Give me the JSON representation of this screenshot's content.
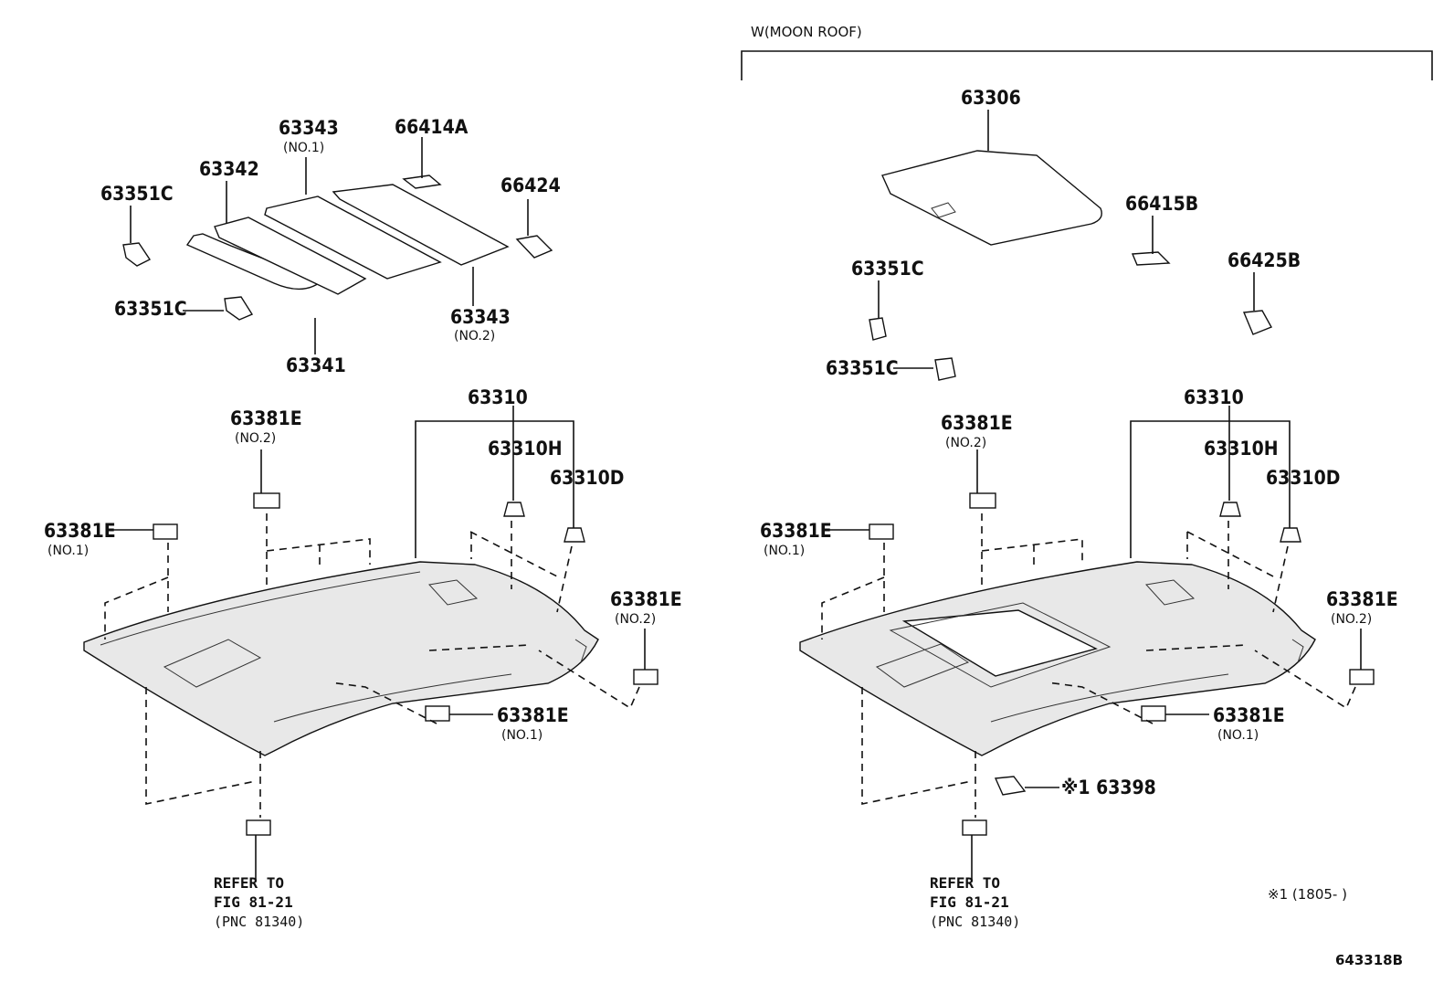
{
  "header": {
    "moon_roof": "W(MOON ROOF)",
    "diagram_number": "643318B",
    "footnote": "※1 (1805-       )"
  },
  "left": {
    "p63343_no1": "63343",
    "p63343_no1_sub": "(NO.1)",
    "p66414a": "66414A",
    "p63342": "63342",
    "p63351c_top": "63351C",
    "p66424": "66424",
    "p63351c_mid": "63351C",
    "p63343_no2": "63343",
    "p63343_no2_sub": "(NO.2)",
    "p63341": "63341",
    "p63310": "63310",
    "p63381e_no2_top": "63381E",
    "p63381e_no2_top_sub": "(NO.2)",
    "p63310h": "63310H",
    "p63310d": "63310D",
    "p63381e_no1_left": "63381E",
    "p63381e_no1_left_sub": "(NO.1)",
    "p63381e_no2_right": "63381E",
    "p63381e_no2_right_sub": "(NO.2)",
    "p63381e_no1_bottom": "63381E",
    "p63381e_no1_bottom_sub": "(NO.1)",
    "refer_line1": "REFER TO",
    "refer_line2": "FIG 81-21",
    "refer_line3": "(PNC 81340)"
  },
  "right": {
    "p63306": "63306",
    "p66415b": "66415B",
    "p63351c_top": "63351C",
    "p66425b": "66425B",
    "p63351c_mid": "63351C",
    "p63310": "63310",
    "p63381e_no2_top": "63381E",
    "p63381e_no2_top_sub": "(NO.2)",
    "p63310h": "63310H",
    "p63310d": "63310D",
    "p63381e_no1_left": "63381E",
    "p63381e_no1_left_sub": "(NO.1)",
    "p63381e_no2_right": "63381E",
    "p63381e_no2_right_sub": "(NO.2)",
    "p63381e_no1_bottom": "63381E",
    "p63381e_no1_bottom_sub": "(NO.1)",
    "p63398": "※1 63398",
    "refer_line1": "REFER TO",
    "refer_line2": "FIG 81-21",
    "refer_line3": "(PNC 81340)"
  }
}
